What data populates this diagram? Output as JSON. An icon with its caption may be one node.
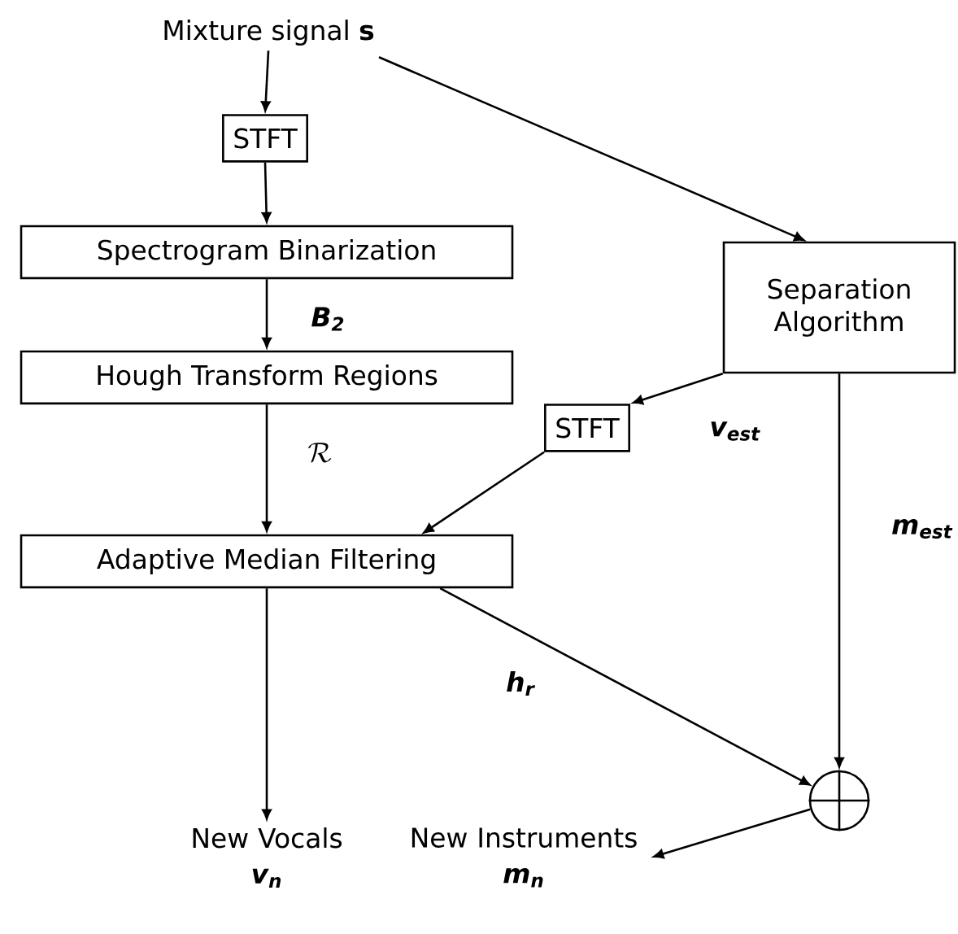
{
  "diagram": {
    "nodes": [
      {
        "text": [
          "Mixture signal **s**"
        ]
      },
      {
        "text": [
          "STFT"
        ]
      },
      {
        "text": [
          "Spectrogram Binarization"
        ]
      },
      {
        "text": [
          "Hough Transform Regions"
        ]
      },
      {
        "text": [
          "Separation Algorithm"
        ]
      },
      {
        "text": [
          "STFT"
        ]
      },
      {
        "text": [
          "Adaptive Median Filtering"
        ]
      },
      {
        "text": [
          "New Vocals",
          "v$_{n}$"
        ]
      },
      {
        "text": [
          "New Instruments",
          "m$_{n}$"
        ]
      },
      {
        "text": [],
        "shape": "circle"
      }
    ],
    "edges": [
      {
        "from": 0,
        "to": 1,
        "arrow": "to"
      },
      {
        "from": 0,
        "to": 4,
        "arrow": "to"
      },
      {
        "from": 1,
        "to": 2,
        "arrow": "to"
      },
      {
        "from": 2,
        "to": 3,
        "arrow": "to",
        "label": "B$_{2}$"
      },
      {
        "from": 3,
        "to": 6,
        "arrow": "to",
        "label": "\\mathcal{R}"
      },
      {
        "from": 4,
        "to": 5,
        "arrow": "to",
        "label": "v$_{est}$"
      },
      {
        "from": 5,
        "to": 6,
        "arrow": "to"
      },
      {
        "from": 6,
        "to": 7,
        "arrow": "to"
      },
      {
        "from": 6,
        "to": 9,
        "arrow": "to",
        "label": "h$_{r}$"
      },
      {
        "from": 4,
        "to": 9,
        "arrow": "to",
        "label": "m$_{est}$"
      },
      {
        "from": 9,
        "to": 8,
        "arrow": "to"
      }
    ]
  }
}
